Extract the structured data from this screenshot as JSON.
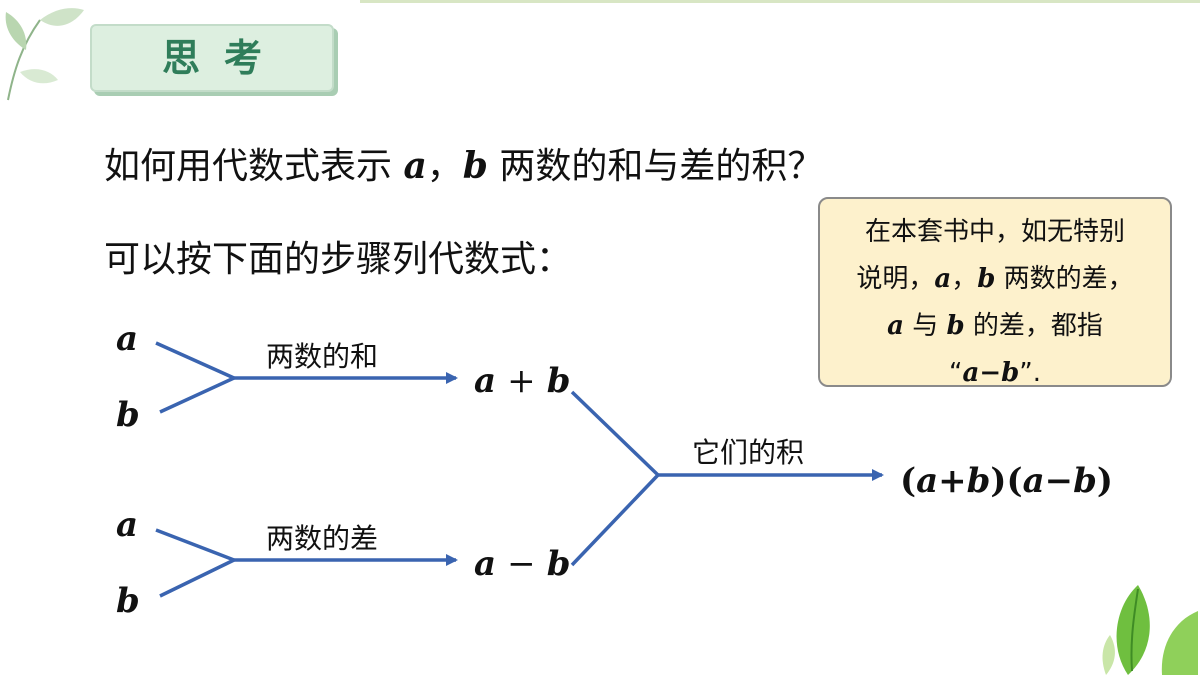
{
  "heading": "思考",
  "question": {
    "part1": "如何用代数式表示 ",
    "var_a": "a",
    "sep": "，",
    "var_b": "b",
    "part2": " 两数的和与差的积？"
  },
  "steps_intro": "可以按下面的步骤列代数式：",
  "note": {
    "line1": "在本套书中，如无特别",
    "line2_pre": "说明，",
    "line2_a": "a",
    "line2_sep": "，",
    "line2_b": "b",
    "line2_post": " 两数的差，",
    "line3_a": "a",
    "line3_mid": " 与 ",
    "line3_b": "b",
    "line3_post": " 的差，都指",
    "line4_open": "“",
    "line4_expr": "a−b",
    "line4_close": "”."
  },
  "diagram": {
    "top_a": "a",
    "top_b": "b",
    "sum_label": "两数的和",
    "sum_result_a": "a",
    "sum_result_op": "+",
    "sum_result_b": "b",
    "bottom_a": "a",
    "bottom_b": "b",
    "diff_label": "两数的差",
    "diff_result_a": "a",
    "diff_result_op": "−",
    "diff_result_b": "b",
    "product_label": "它们的积",
    "final_expr": {
      "p1": "(",
      "a1": "a",
      "plus": "+",
      "b1": "b",
      "p2": ")(",
      "a2": "a",
      "minus": "−",
      "b2": "b",
      "p3": ")"
    }
  },
  "colors": {
    "heading_bg": "#ddefe0",
    "heading_text": "#2f7d5a",
    "arrow": "#3a64b0",
    "note_bg": "#fdf1cc"
  }
}
